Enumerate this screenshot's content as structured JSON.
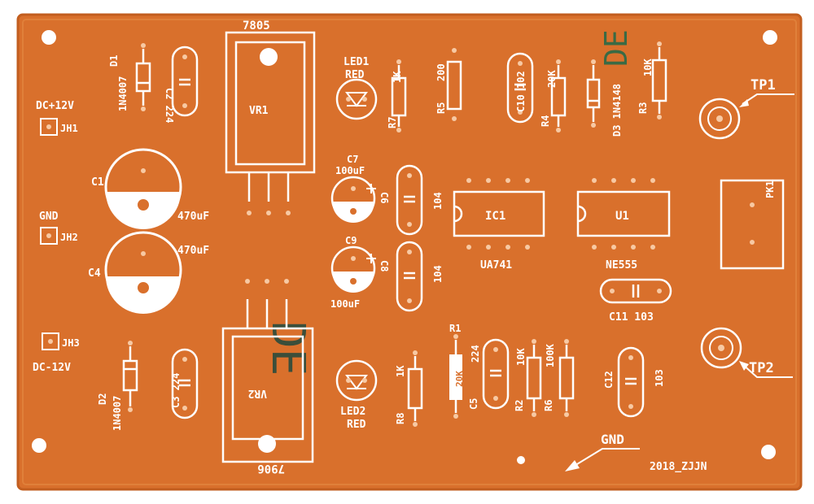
{
  "board": {
    "colors": {
      "substrate": "#d9702c",
      "substrate_edge": "#c25e1f",
      "silkscreen": "#ffffff",
      "pad": "#f7c9a3",
      "hole": "#ffffff",
      "background": "#ffffff"
    },
    "labels": {
      "vr1_part": "7805",
      "vr1": "VR1",
      "vr2_part": "7906",
      "vr2": "VR2",
      "d1": "D1",
      "d1_part": "1N4007",
      "d2": "D2",
      "d2_part": "1N4007",
      "c2": "C2 224",
      "c3": "C3 224",
      "c1": "C1",
      "c1_val": "470uF",
      "c4": "C4",
      "c4_val": "470uF",
      "jh1_net": "DC+12V",
      "jh1": "JH1",
      "jh2_net": "GND",
      "jh2": "JH2",
      "jh3_net": "DC-12V",
      "jh3": "JH3",
      "led1": "LED1",
      "led1_color": "RED",
      "led2": "LED2",
      "led2_color": "RED",
      "r7": "R7",
      "r7_val": "1K",
      "r8": "R8",
      "r8_val": "1K",
      "r5": "R5",
      "r5_val": "200",
      "c10": "C10 102",
      "r4": "R4",
      "r4_val": "20K",
      "d3": "D3 1N4148",
      "r3": "R3",
      "r3_val": "10K",
      "tp1": "TP1",
      "tp2": "TP2",
      "pk1": "PK1",
      "c7": "C7",
      "c7_val": "100uF",
      "c9": "C9",
      "c9_val": "100uF",
      "c6": "C6",
      "c6_val": "104",
      "c8": "C8",
      "c8_val": "104",
      "ic1": "IC1",
      "ic1_part": "UA741",
      "u1": "U1",
      "u1_part": "NE555",
      "c11": "C11 103",
      "c12": "C12",
      "c12_val": "103",
      "r1": "R1",
      "r1_val": "20K",
      "c5": "C5",
      "c5_val": "224",
      "r2": "R2",
      "r2_val": "10K",
      "r6": "R6",
      "r6_val": "100K",
      "gnd": "GND",
      "credit": "2018_ZJJN",
      "handwriting_top": "DE",
      "handwriting_mid": "DE"
    }
  }
}
